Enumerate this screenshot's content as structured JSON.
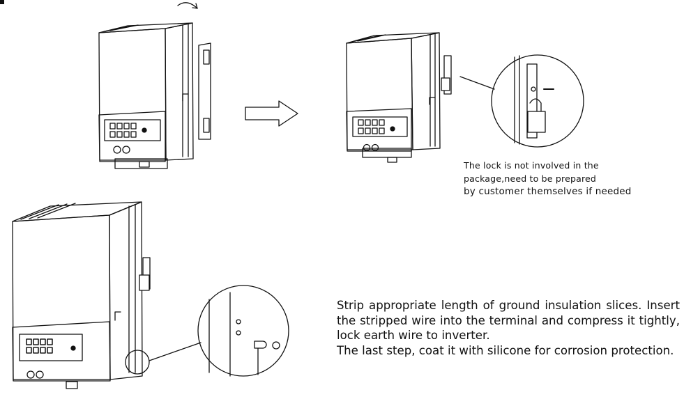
{
  "diagram": {
    "lock_note": [
      "The lock is not involved in the",
      "package,need to be prepared",
      "by customer themselves if needed"
    ],
    "instructions": [
      "Strip appropriate length of ground insulation slices. Insert the stripped wire into the terminal and compress it tightly, lock earth wire to inverter.",
      "The last step, coat it with silicone for corrosion protection."
    ]
  }
}
